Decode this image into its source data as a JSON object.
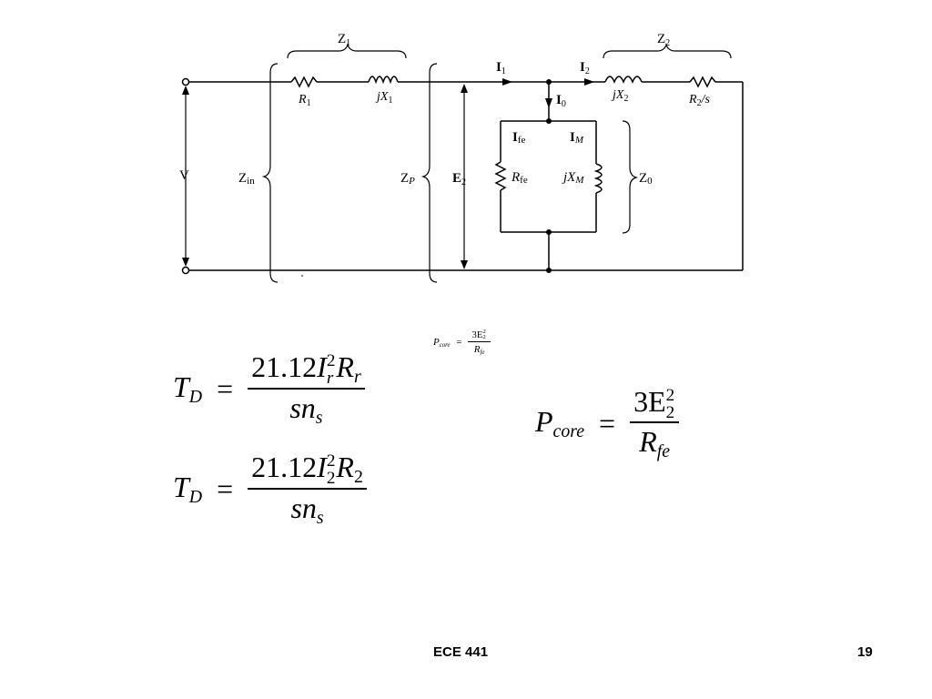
{
  "circuit": {
    "labels": {
      "z1": "Z1",
      "z2": "Z2",
      "i1": "I1",
      "i2": "I2",
      "i0": "I0",
      "ife": "Ife",
      "im": "IM",
      "r1": "R1",
      "jx1": "jX1",
      "jx2": "jX2",
      "r2s": "R2/s",
      "rfe": "Rfe",
      "jxm": "jXM",
      "v": "V",
      "zin": "Zin",
      "zp": "ZP",
      "e2": "E2",
      "z0": "Z0"
    }
  },
  "equations": {
    "small_pcore": {
      "p": "P",
      "p_sub": "core",
      "eq": "=",
      "num": "3E",
      "num_sup": "2",
      "num_sub": "2",
      "den": "R",
      "den_sub": "fe"
    },
    "td1": {
      "t": "T",
      "t_sub": "D",
      "eq": "=",
      "coeff": "21.12",
      "sep": "",
      "i": "I",
      "i_sup": "2",
      "i_sub": "r",
      "r": "R",
      "r_sub": "r",
      "den": "sn",
      "den_sub": "s"
    },
    "td2": {
      "t": "T",
      "t_sub": "D",
      "eq": "=",
      "coeff": "21.12",
      "sep": "",
      "i": "I",
      "i_sup": "2",
      "i_sub": "2",
      "r": "R",
      "r_sub": "2",
      "den": "sn",
      "den_sub": "s"
    },
    "pcore": {
      "p": "P",
      "p_sub": "core",
      "eq": "=",
      "num": "3E",
      "num_sup": "2",
      "num_sub": "2",
      "den": "R",
      "den_sub": "fe"
    }
  },
  "footer": {
    "course": "ECE 441",
    "page": "19"
  }
}
